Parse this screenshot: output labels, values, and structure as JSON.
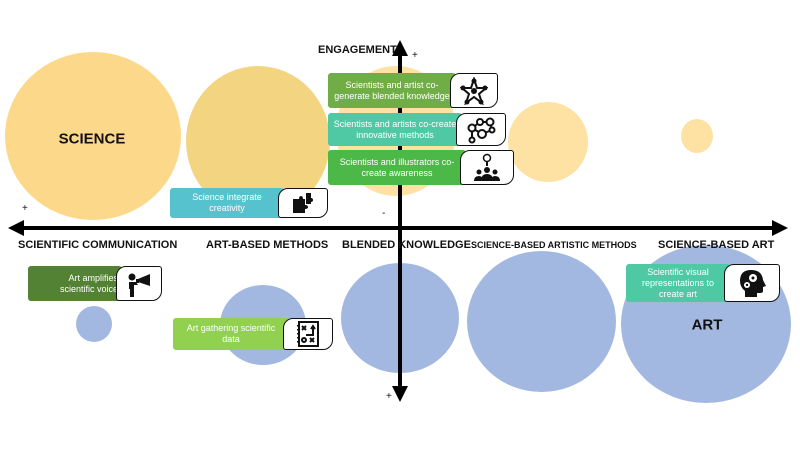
{
  "diagram": {
    "vertical_axis": {
      "title": "ENGAGEMENT",
      "top_sign": "+",
      "bottom_sign": "+",
      "center_sign": "-"
    },
    "horizontal_axis": {
      "left_sign": "+",
      "categories": [
        "SCIENTIFIC COMMUNICATION",
        "ART-BASED METHODS",
        "BLENDED KNOWLEDGE",
        "SCIENCE-BASED ARTISTIC METHODS",
        "SCIENCE-BASED ART"
      ]
    },
    "bubbles": {
      "science_label": "SCIENCE",
      "art_label": "ART"
    },
    "colors": {
      "science_yellow": "#FCD98A",
      "science_yellow_dark": "#F3D481",
      "science_yellow_light": "#FDE2A4",
      "art_blue": "#A3B8E0",
      "green_dark": "#548235",
      "green_mid": "#70AD47",
      "green_light": "#92D050",
      "green_bright": "#4CB848",
      "teal": "#4EC9A4",
      "cyan": "#56C2CE"
    },
    "cards": [
      {
        "text": "Scientists and artist co-generate blended knowledge",
        "icon": "star-people-icon"
      },
      {
        "text": "Scientists and artists co-create innovative methods",
        "icon": "network-icon"
      },
      {
        "text": "Scientists and illustrators co-create awareness",
        "icon": "idea-group-icon"
      },
      {
        "text": "Science integrate creativity",
        "icon": "puzzle-icon"
      },
      {
        "text": "Art amplifies scientific voice",
        "icon": "megaphone-icon"
      },
      {
        "text": "Art gathering scientific data",
        "icon": "strategy-notebook-icon"
      },
      {
        "text": "Scientific visual representations to create art",
        "icon": "head-gears-icon"
      }
    ]
  }
}
